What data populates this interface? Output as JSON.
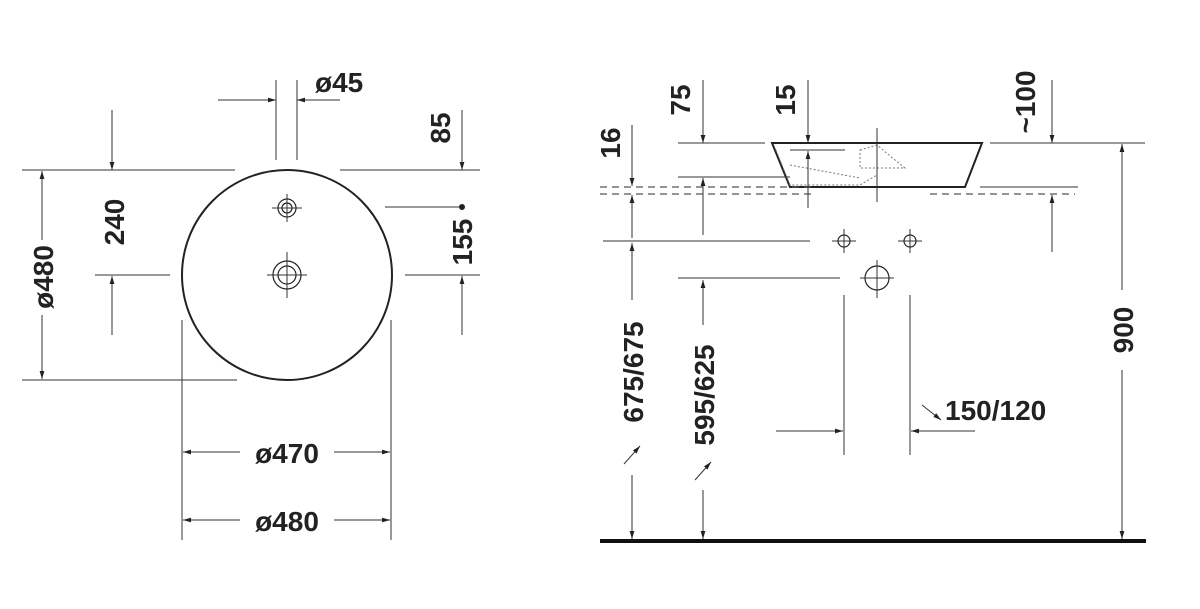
{
  "top_view": {
    "labels": {
      "tap_hole_diameter": "ø45",
      "tap_hole_offset": "240",
      "overall_diameter_side": "ø480",
      "edge_to_tap": "85",
      "tap_to_drain": "155",
      "inner_diameter": "ø470",
      "overall_diameter_bottom": "ø480"
    }
  },
  "side_view": {
    "labels": {
      "overflow_gap": "16",
      "basin_height": "75",
      "rim_thickness": "15",
      "approx_depth": "~100",
      "counter_height": "900",
      "tap_height": "675/675",
      "drain_height": "595/625",
      "tap_spacing": "150/120"
    }
  }
}
